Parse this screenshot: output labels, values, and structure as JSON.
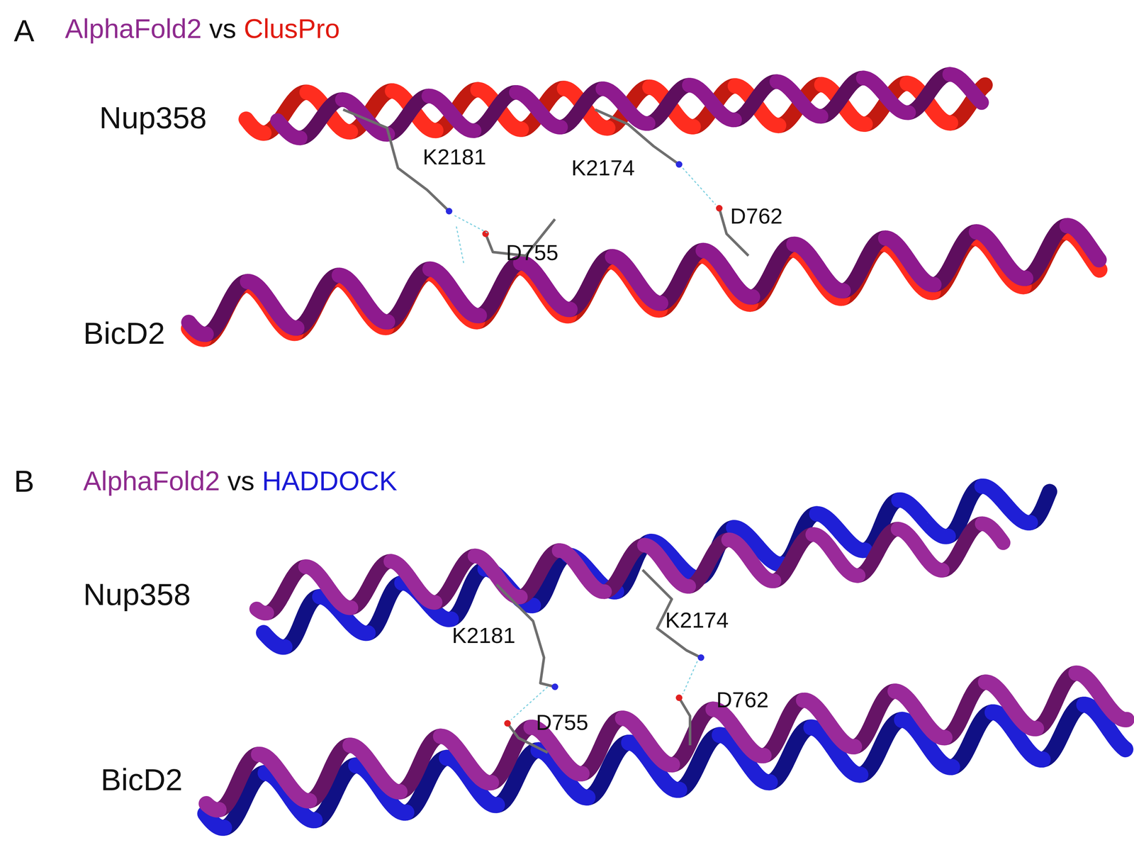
{
  "diagram": {
    "labels": [
      "A",
      "AlphaFold2",
      "vs",
      "ClusPro",
      "Nup358",
      "K2181",
      "K2174",
      "D762",
      "D755",
      "BicD2",
      "B",
      "AlphaFold2",
      "vs",
      "HADDOCK",
      "Nup358",
      "K2181",
      "K2174",
      "D762",
      "D755",
      "BicD2"
    ]
  }
}
